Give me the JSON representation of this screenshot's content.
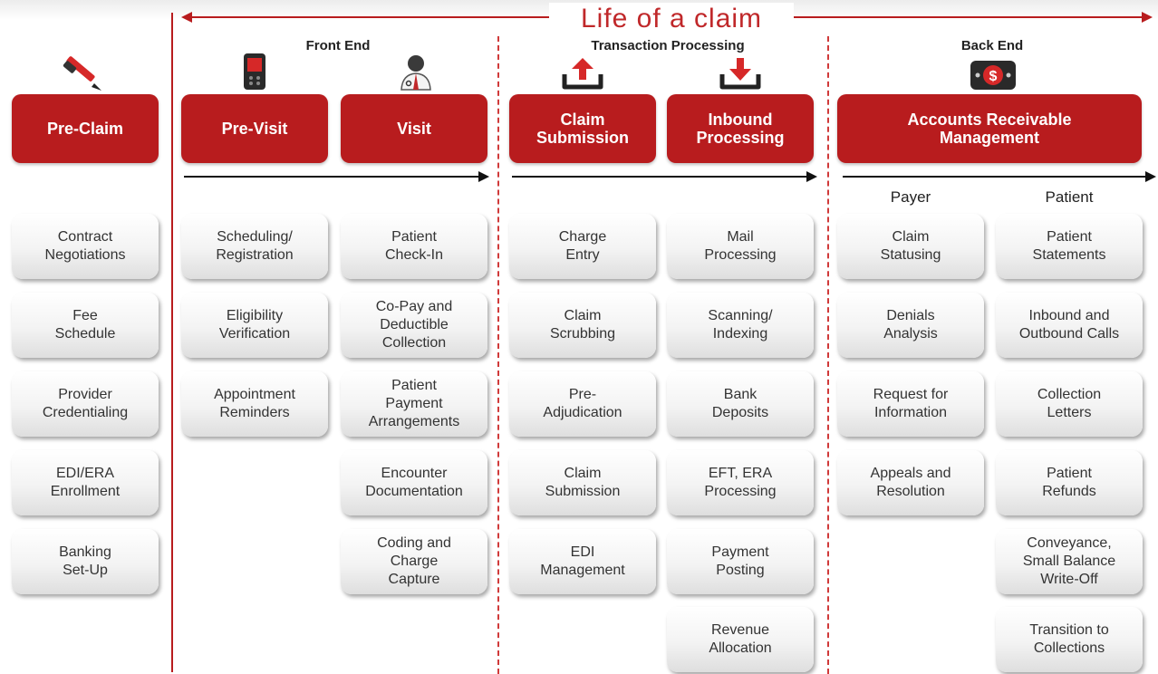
{
  "title": "Life of a claim",
  "colors": {
    "accent": "#b81c1e",
    "box_text": "#333333"
  },
  "sections": {
    "front_end": "Front End",
    "transaction": "Transaction Processing",
    "back_end": "Back End"
  },
  "subheads": {
    "payer": "Payer",
    "patient": "Patient"
  },
  "stages": {
    "pre_claim": "Pre-Claim",
    "pre_visit": "Pre-Visit",
    "visit": "Visit",
    "claim_submission": "Claim\nSubmission",
    "inbound_processing": "Inbound\nProcessing",
    "ar_management": "Accounts Receivable\nManagement"
  },
  "icons": {
    "pre_claim": "pen-icon",
    "pre_visit": "mobile-phone-icon",
    "visit": "doctor-icon",
    "claim_submission": "upload-tray-icon",
    "inbound_processing": "download-tray-icon",
    "ar_management": "dollar-bill-icon"
  },
  "columns": {
    "pre_claim": [
      "Contract\nNegotiations",
      "Fee\nSchedule",
      "Provider\nCredentialing",
      "EDI/ERA\nEnrollment",
      "Banking\nSet-Up"
    ],
    "pre_visit": [
      "Scheduling/\nRegistration",
      "Eligibility\nVerification",
      "Appointment\nReminders"
    ],
    "visit": [
      "Patient\nCheck-In",
      "Co-Pay and\nDeductible\nCollection",
      "Patient\nPayment\nArrangements",
      "Encounter\nDocumentation",
      "Coding and\nCharge\nCapture"
    ],
    "claim_submission": [
      "Charge\nEntry",
      "Claim\nScrubbing",
      "Pre-\nAdjudication",
      "Claim\nSubmission",
      "EDI\nManagement"
    ],
    "inbound_processing": [
      "Mail\nProcessing",
      "Scanning/\nIndexing",
      "Bank\nDeposits",
      "EFT, ERA\nProcessing",
      "Payment\nPosting",
      "Revenue\nAllocation"
    ],
    "payer": [
      "Claim\nStatusing",
      "Denials\nAnalysis",
      "Request for\nInformation",
      "Appeals and\nResolution"
    ],
    "patient": [
      "Patient\nStatements",
      "Inbound and\nOutbound Calls",
      "Collection\nLetters",
      "Patient\nRefunds",
      "Conveyance,\nSmall Balance\nWrite-Off",
      "Transition to\nCollections"
    ]
  }
}
